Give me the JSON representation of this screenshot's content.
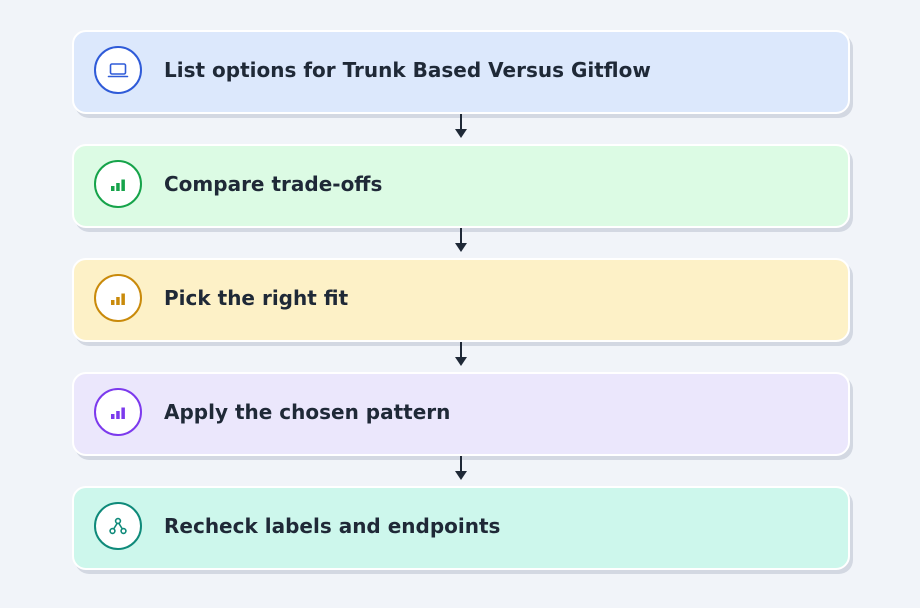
{
  "steps": [
    {
      "label": "List options for Trunk Based Versus Gitflow",
      "icon": "laptop-icon",
      "fill": "#dce8fc",
      "accent": "#2f5bd8"
    },
    {
      "label": "Compare trade-offs",
      "icon": "bar-chart-icon",
      "fill": "#dcfbe4",
      "accent": "#16a34a"
    },
    {
      "label": "Pick the right fit",
      "icon": "bar-chart-icon",
      "fill": "#fdf1c7",
      "accent": "#c98a0b"
    },
    {
      "label": "Apply the chosen pattern",
      "icon": "bar-chart-icon",
      "fill": "#ebe7fc",
      "accent": "#7c3aed"
    },
    {
      "label": "Recheck labels and endpoints",
      "icon": "network-icon",
      "fill": "#cdf7ec",
      "accent": "#0f8a7a"
    }
  ],
  "connector_color": "#1f2937"
}
